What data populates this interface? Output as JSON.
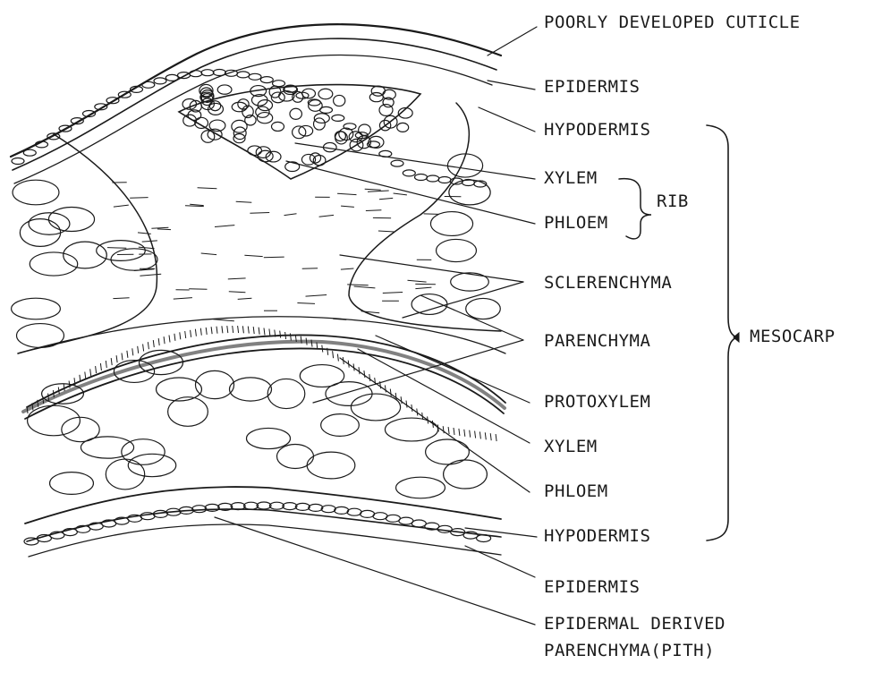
{
  "labels": {
    "cuticle": "POORLY DEVELOPED CUTICLE",
    "epidermis_top": "EPIDERMIS",
    "hypodermis_top": "HYPODERMIS",
    "xylem_rib": "XYLEM",
    "phloem_rib": "PHLOEM",
    "rib": "RIB",
    "sclerenchyma": "SCLERENCHYMA",
    "parenchyma": "PARENCHYMA",
    "mesocarp": "MESOCARP",
    "protoxylem": "PROTOXYLEM",
    "xylem": "XYLEM",
    "phloem": "PHLOEM",
    "hypodermis_bottom": "HYPODERMIS",
    "epidermis_bottom": "EPIDERMIS",
    "pith_line1": "EPIDERMAL DERIVED",
    "pith_line2": "PARENCHYMA(PITH)"
  },
  "colors": {
    "ink": "#1a1a1a",
    "paper": "#ffffff"
  }
}
